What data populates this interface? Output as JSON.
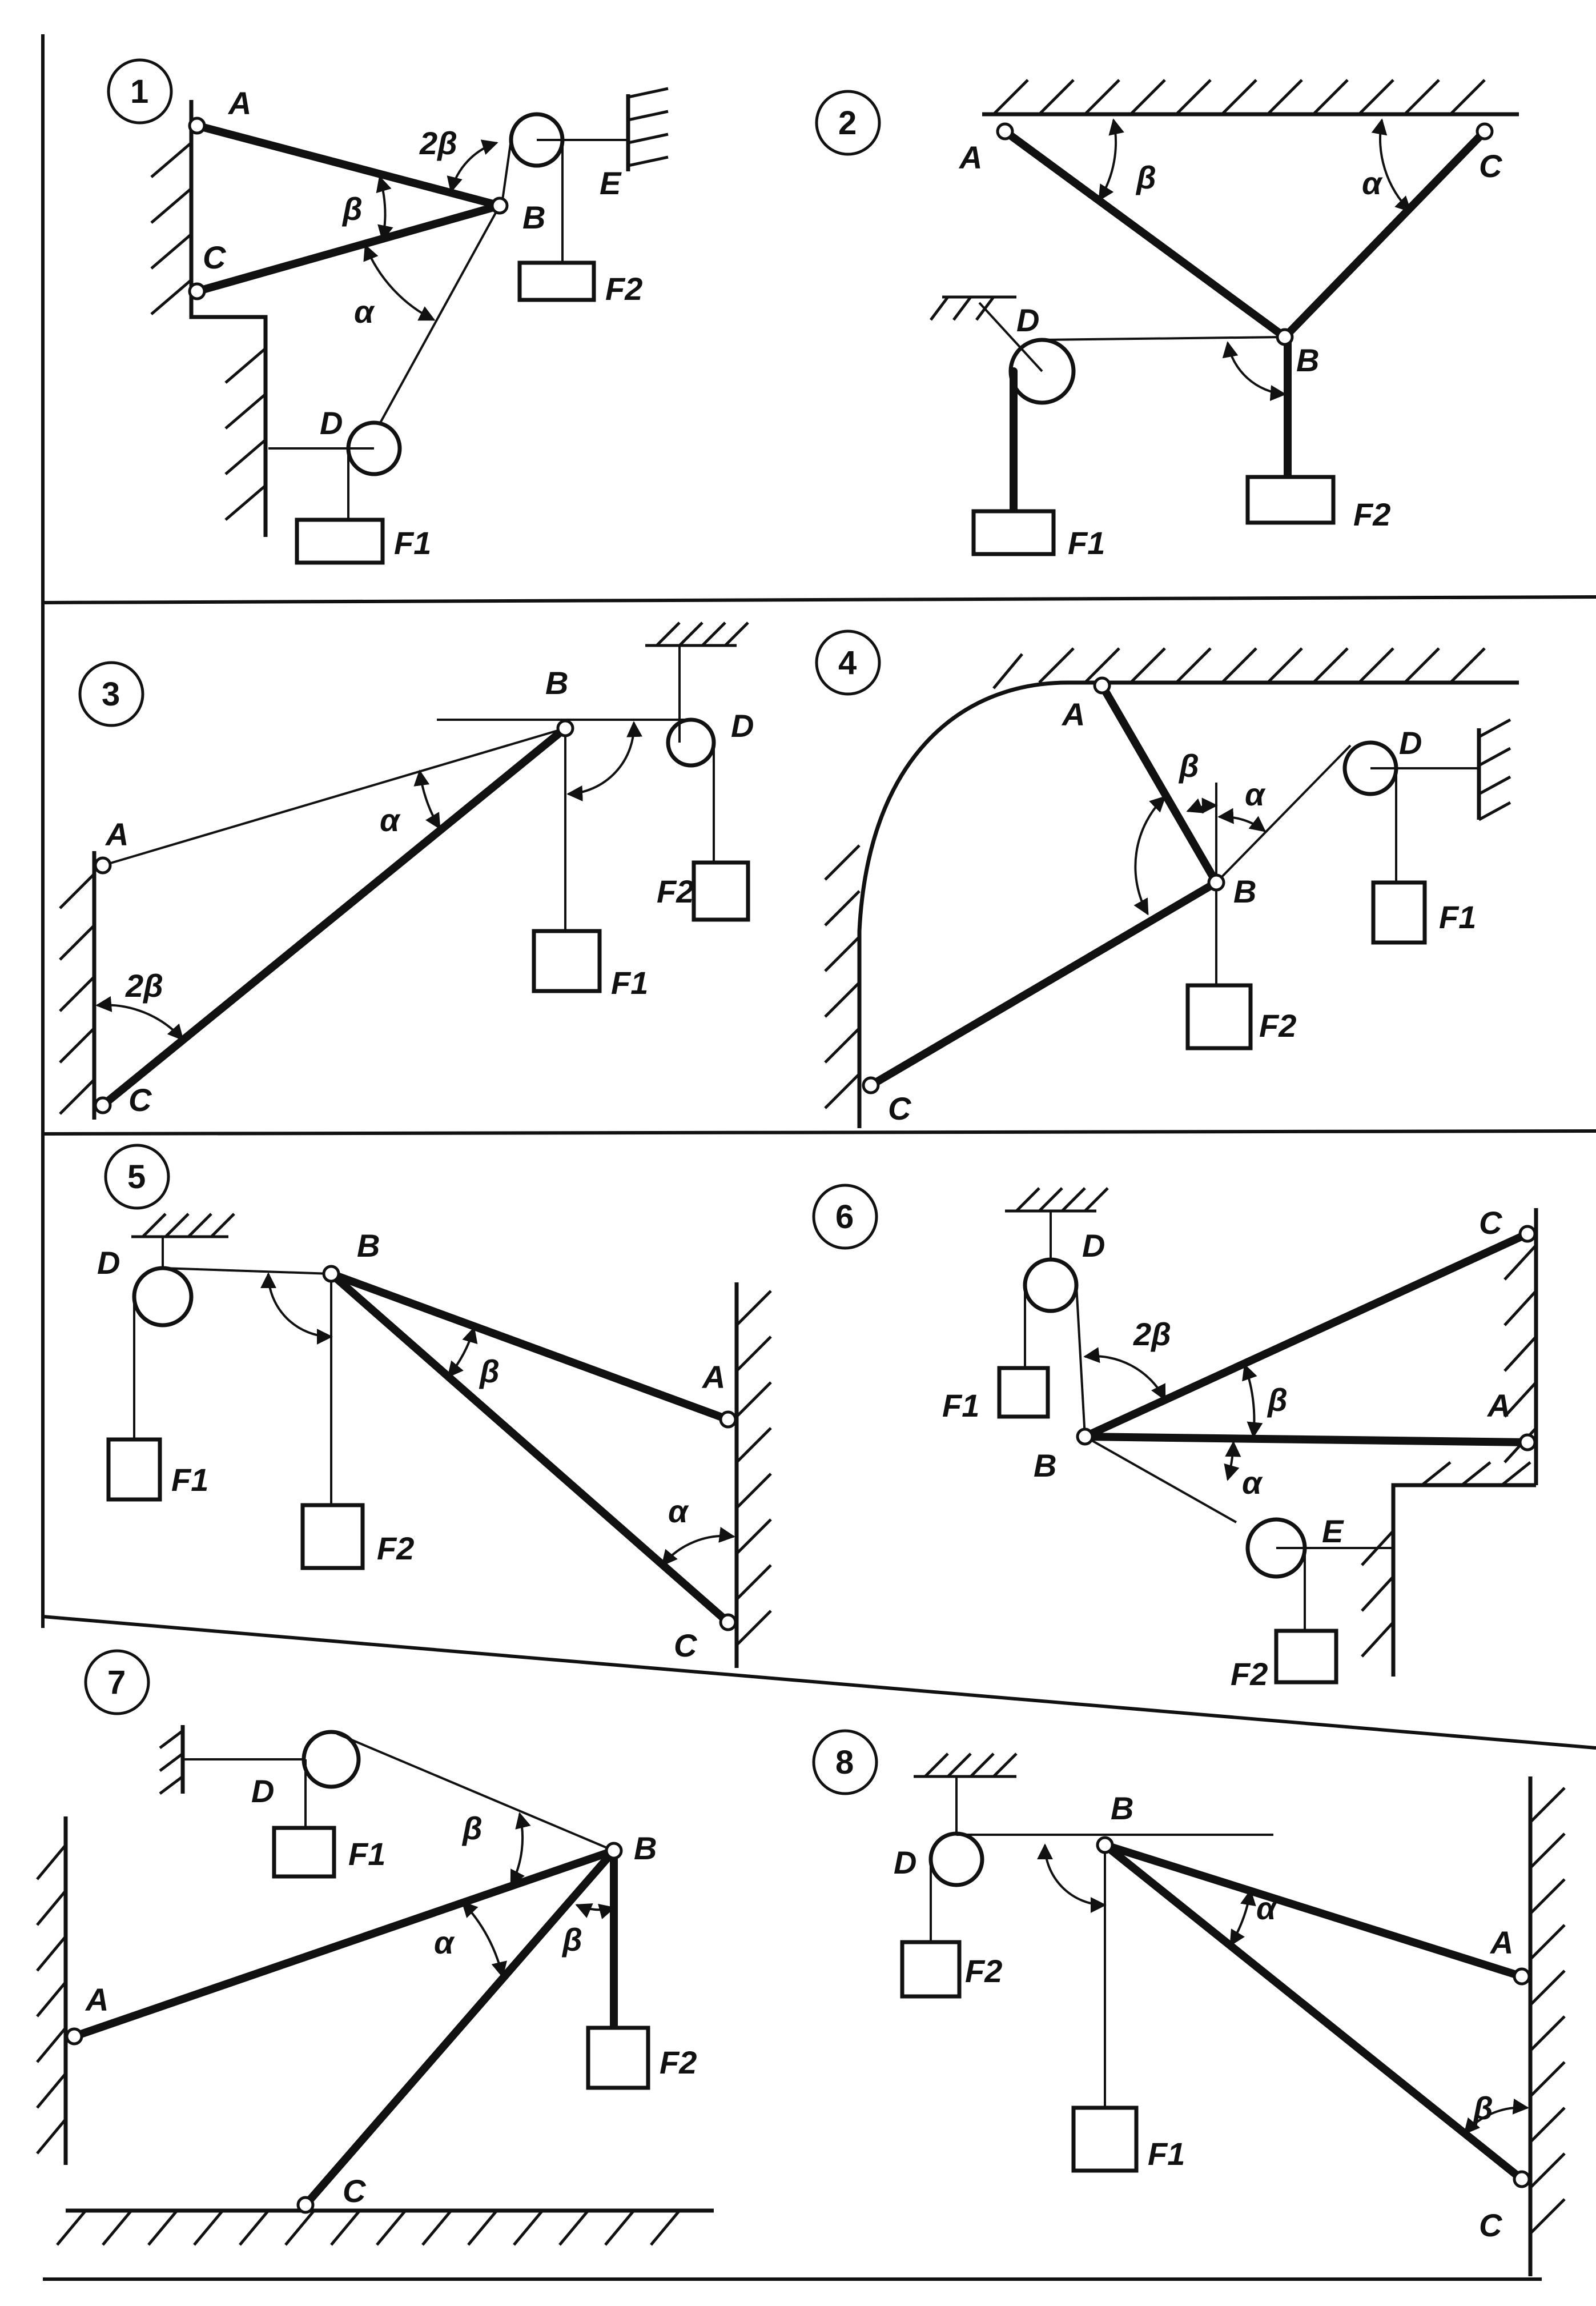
{
  "panels": [
    {
      "id": "1",
      "number": "1",
      "labels": {
        "A": "A",
        "B": "B",
        "C": "C",
        "D": "D",
        "E": "E",
        "F1": "F1",
        "F2": "F2",
        "alpha": "α",
        "beta": "β",
        "two_beta": "2β"
      }
    },
    {
      "id": "2",
      "number": "2",
      "labels": {
        "A": "A",
        "B": "B",
        "C": "C",
        "D": "D",
        "F1": "F1",
        "F2": "F2",
        "alpha": "α",
        "beta": "β"
      }
    },
    {
      "id": "3",
      "number": "3",
      "labels": {
        "A": "A",
        "B": "B",
        "C": "C",
        "D": "D",
        "F1": "F1",
        "F2": "F2",
        "alpha": "α",
        "two_beta": "2β"
      }
    },
    {
      "id": "4",
      "number": "4",
      "labels": {
        "A": "A",
        "B": "B",
        "C": "C",
        "D": "D",
        "F1": "F1",
        "F2": "F2",
        "alpha": "α",
        "beta": "β"
      }
    },
    {
      "id": "5",
      "number": "5",
      "labels": {
        "A": "A",
        "B": "B",
        "C": "C",
        "D": "D",
        "F1": "F1",
        "F2": "F2",
        "alpha": "α",
        "beta": "β"
      }
    },
    {
      "id": "6",
      "number": "6",
      "labels": {
        "A": "A",
        "B": "B",
        "C": "C",
        "D": "D",
        "E": "E",
        "F1": "F1",
        "F2": "F2",
        "alpha": "α",
        "beta": "β",
        "two_beta": "2β"
      }
    },
    {
      "id": "7",
      "number": "7",
      "labels": {
        "A": "A",
        "B": "B",
        "C": "C",
        "D": "D",
        "F1": "F1",
        "F2": "F2",
        "alpha": "α",
        "beta": "β",
        "beta2": "β"
      }
    },
    {
      "id": "8",
      "number": "8",
      "labels": {
        "A": "A",
        "B": "B",
        "C": "C",
        "D": "D",
        "F1": "F1",
        "F2": "F2",
        "alpha": "α",
        "beta": "β"
      }
    }
  ]
}
